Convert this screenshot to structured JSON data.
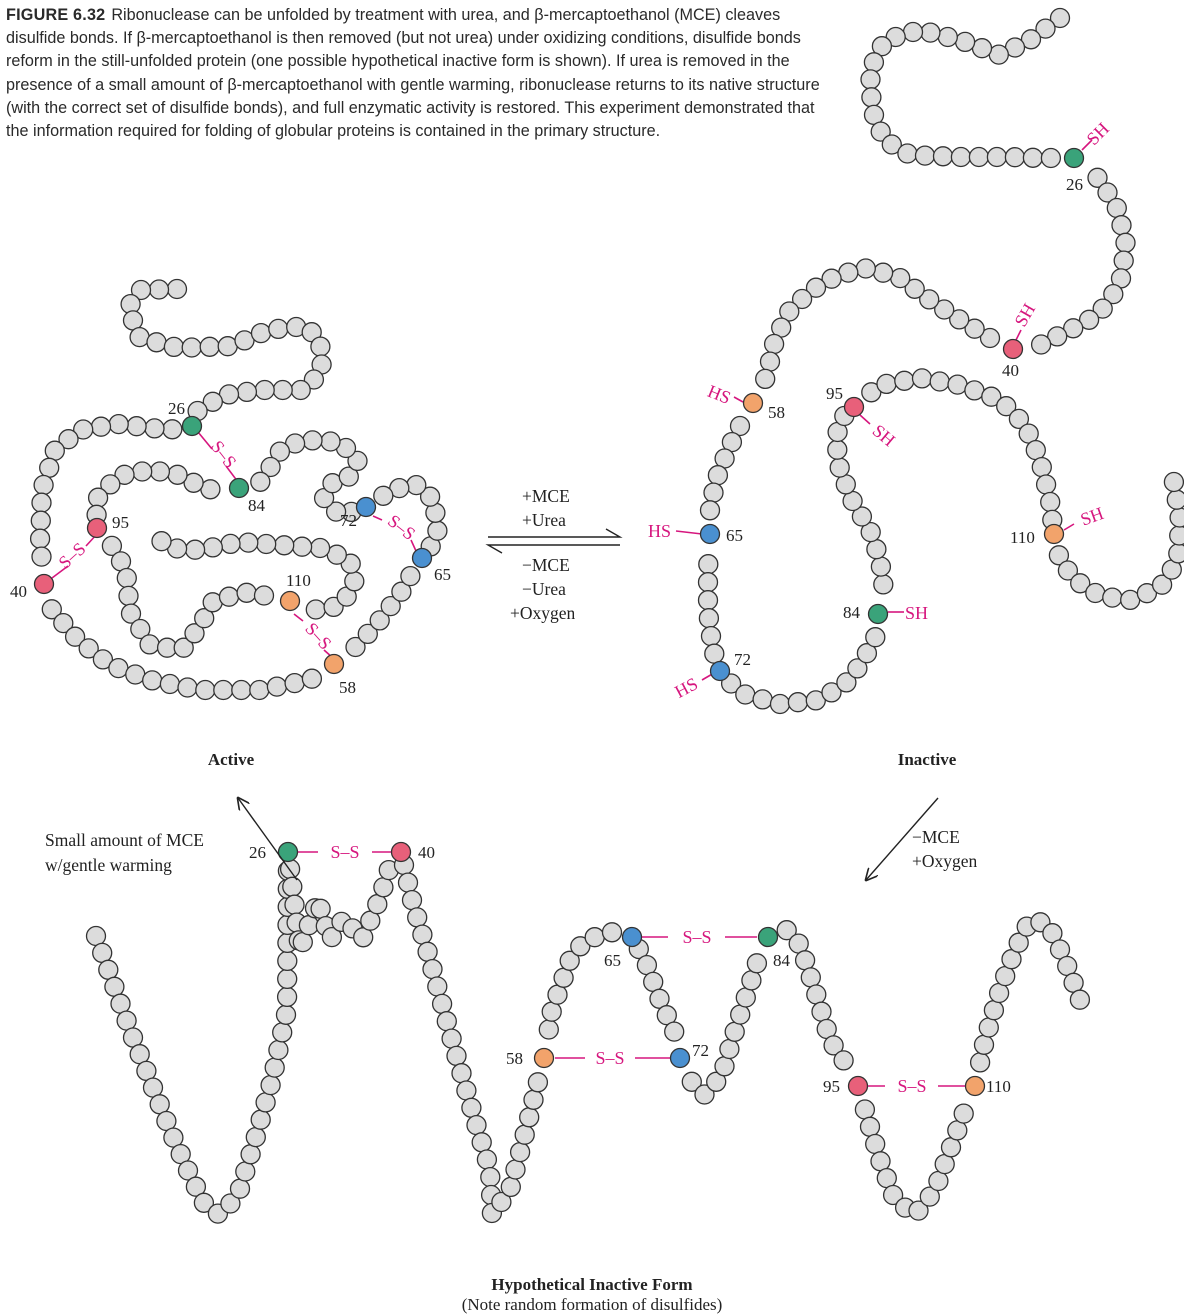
{
  "figure": {
    "label": "FIGURE 6.32",
    "caption": "Ribonuclease can be unfolded by treatment with urea, and β-mercaptoethanol (MCE) cleaves disulfide bonds. If β-mercaptoethanol is then removed (but not urea) under oxidizing conditions, disulfide bonds reform in the still-unfolded protein (one possible hypothetical inactive form is shown). If urea is removed in the presence of a small amount of β-mercaptoethanol with gentle warming, ribonuclease returns to its native structure (with the correct set of disulfide bonds), and full enzymatic activity is restored. This experiment demonstrated that the information required for folding of globular proteins is contained in the primary structure."
  },
  "colors": {
    "residue": "#dcdcdc",
    "outline": "#333333",
    "bond": "#d6167e",
    "cys_26_84": "#3aa37a",
    "cys_40_95": "#e8607a",
    "cys_65_72": "#4a90d0",
    "cys_58_110": "#f2a36b"
  },
  "states": {
    "active": "Active",
    "inactive": "Inactive",
    "hypothetical": "Hypothetical Inactive Form",
    "hypothetical_note": "(Note random formation of disulfides)"
  },
  "conditions": {
    "forward_1": "+MCE",
    "forward_2": "+Urea",
    "reverse_1": "−MCE",
    "reverse_2": "−Urea",
    "reverse_3": "+Oxygen",
    "oxidize_1": "−MCE",
    "oxidize_2": "+Oxygen",
    "refold_1": "Small amount of MCE",
    "refold_2": "w/gentle warming"
  },
  "residues": {
    "r26": "26",
    "r40": "40",
    "r58": "58",
    "r65": "65",
    "r72": "72",
    "r84": "84",
    "r95": "95",
    "r110": "110"
  },
  "bonds": {
    "ss": "S–S",
    "sh": "SH",
    "hs": "HS"
  }
}
